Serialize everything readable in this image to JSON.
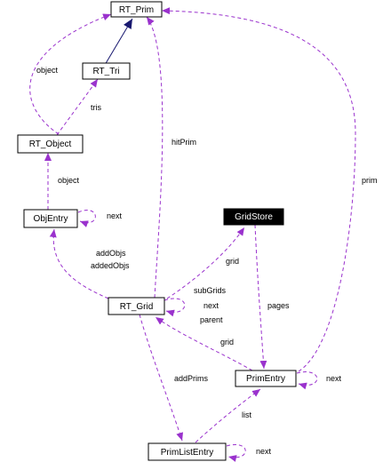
{
  "colors": {
    "usage_edge": "#9a32cd",
    "inherit_edge": "#191970",
    "node_border": "#000000",
    "focus_fill": "#000000",
    "focus_text": "#ffffff"
  },
  "nodes": {
    "rt_prim": "RT_Prim",
    "rt_tri": "RT_Tri",
    "rt_object": "RT_Object",
    "obj_entry": "ObjEntry",
    "grid_store": "GridStore",
    "rt_grid": "RT_Grid",
    "prim_entry": "PrimEntry",
    "prim_list_entry": "PrimListEntry"
  },
  "edge_labels": {
    "object_prim": "object",
    "tris": "tris",
    "object_objentry": "object",
    "next_objentry": "next",
    "hit_prim": "hitPrim",
    "prim": "prim",
    "add_objs": "addObjs",
    "added_objs": "addedObjs",
    "grid_store_grid": "grid",
    "sub_grids": "subGrids",
    "next_grid": "next",
    "parent": "parent",
    "pages": "pages",
    "grid_primentry": "grid",
    "add_prims": "addPrims",
    "next_primentry": "next",
    "list": "list",
    "next_primlist": "next"
  }
}
